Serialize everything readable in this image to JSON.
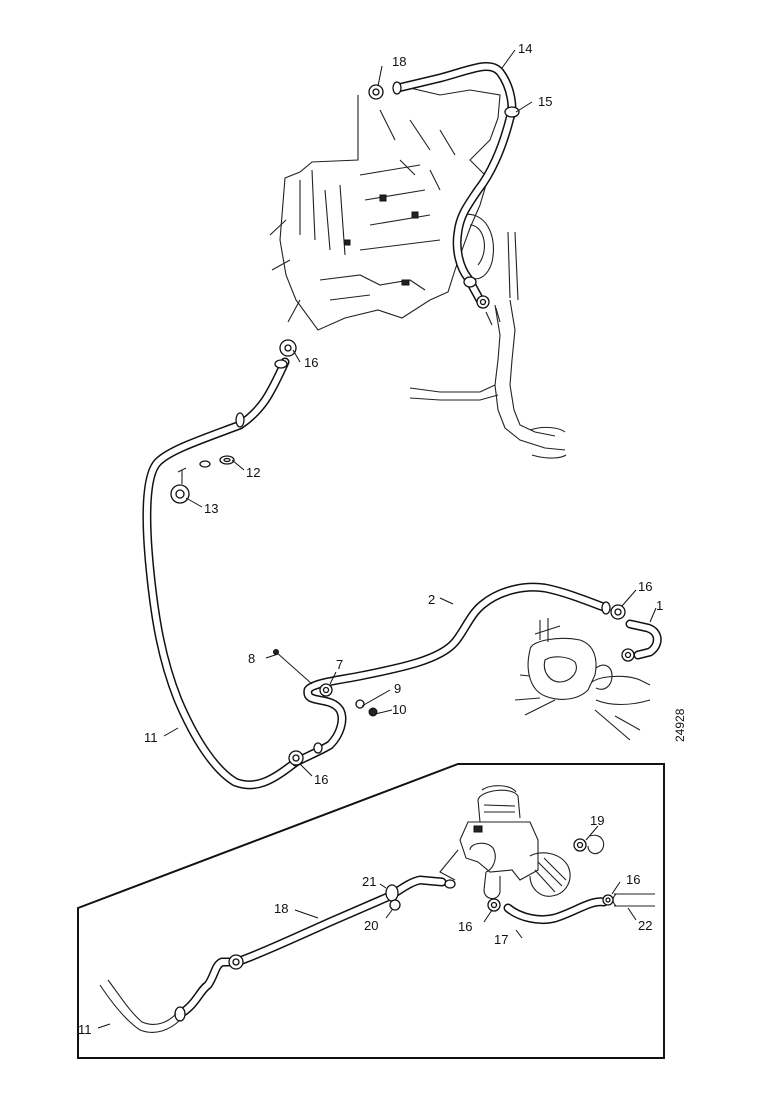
{
  "diagram": {
    "drawing_number": "24928",
    "callouts": [
      {
        "id": "c18-top",
        "text": "18"
      },
      {
        "id": "c14",
        "text": "14"
      },
      {
        "id": "c15",
        "text": "15"
      },
      {
        "id": "c16-a",
        "text": "16"
      },
      {
        "id": "c12",
        "text": "12"
      },
      {
        "id": "c13",
        "text": "13"
      },
      {
        "id": "c2",
        "text": "2"
      },
      {
        "id": "c16-b",
        "text": "16"
      },
      {
        "id": "c1",
        "text": "1"
      },
      {
        "id": "c8",
        "text": "8"
      },
      {
        "id": "c7",
        "text": "7"
      },
      {
        "id": "c9",
        "text": "9"
      },
      {
        "id": "c10",
        "text": "10"
      },
      {
        "id": "c11-main",
        "text": "11"
      },
      {
        "id": "c16-c",
        "text": "16"
      },
      {
        "id": "c19",
        "text": "19"
      },
      {
        "id": "c21",
        "text": "21"
      },
      {
        "id": "c18-inset",
        "text": "18"
      },
      {
        "id": "c20",
        "text": "20"
      },
      {
        "id": "c16-d",
        "text": "16"
      },
      {
        "id": "c16-e",
        "text": "16"
      },
      {
        "id": "c22",
        "text": "22"
      },
      {
        "id": "c17",
        "text": "17"
      },
      {
        "id": "c11-inset",
        "text": "11"
      }
    ]
  }
}
